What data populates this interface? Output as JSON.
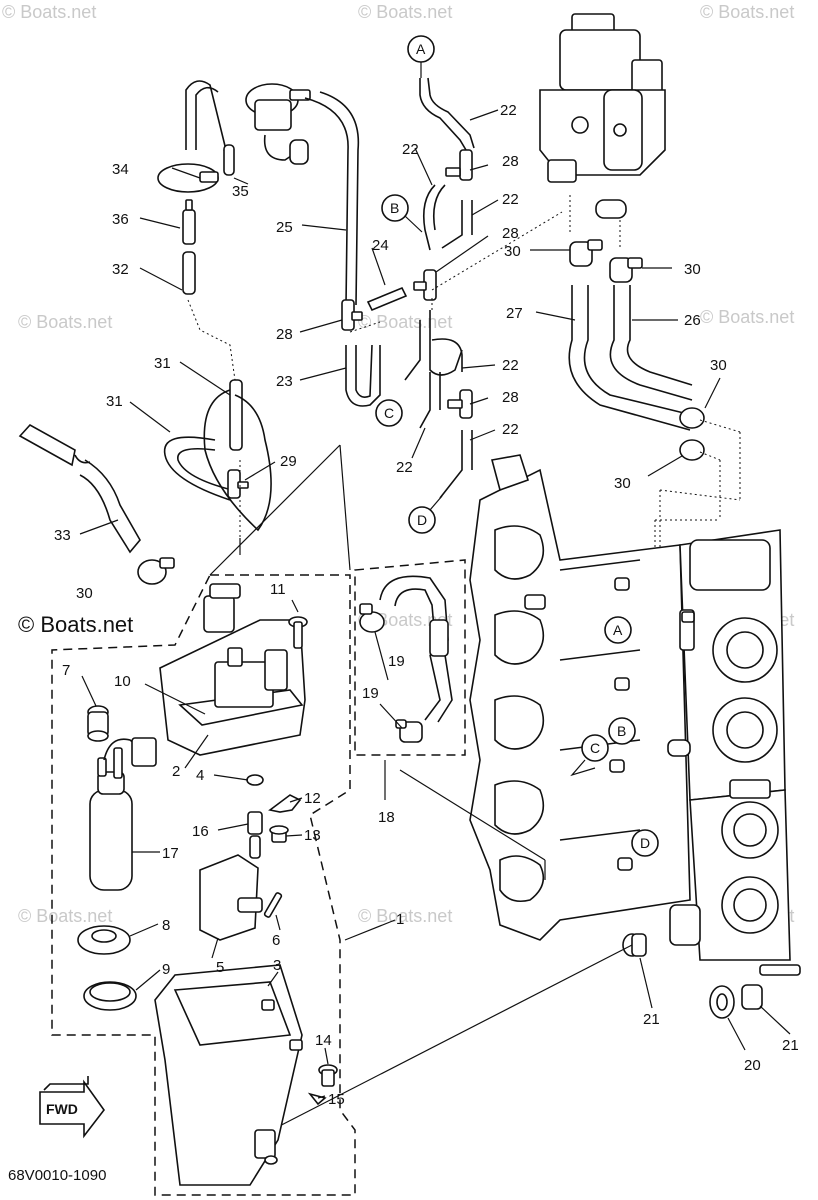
{
  "watermark": "© Boats.net",
  "watermark_main": "© Boats.net",
  "diagram_code": "68V0010-1090",
  "fwd_label": "FWD",
  "callouts": {
    "c1": "1",
    "c2": "2",
    "c3": "3",
    "c4": "4",
    "c5": "5",
    "c6": "6",
    "c7": "7",
    "c8": "8",
    "c9": "9",
    "c10": "10",
    "c11": "11",
    "c12": "12",
    "c13": "13",
    "c14": "14",
    "c15": "15",
    "c16": "16",
    "c17": "17",
    "c18": "18",
    "c19a": "19",
    "c19b": "19",
    "c20": "20",
    "c21a": "21",
    "c21b": "21",
    "c22a": "22",
    "c22b": "22",
    "c22c": "22",
    "c22d": "22",
    "c22e": "22",
    "c22f": "22",
    "c23": "23",
    "c24": "24",
    "c25": "25",
    "c26": "26",
    "c27": "27",
    "c28a": "28",
    "c28b": "28",
    "c28c": "28",
    "c28d": "28",
    "c29": "29",
    "c30a": "30",
    "c30b": "30",
    "c30c": "30",
    "c30d": "30",
    "c30e": "30",
    "c31a": "31",
    "c31b": "31",
    "c32": "32",
    "c33": "33",
    "c34": "34",
    "c35": "35",
    "c36": "36"
  },
  "connectors": {
    "A1": "A",
    "A2": "A",
    "B1": "B",
    "B2": "B",
    "C1": "C",
    "C2": "C",
    "D1": "D",
    "D2": "D"
  }
}
